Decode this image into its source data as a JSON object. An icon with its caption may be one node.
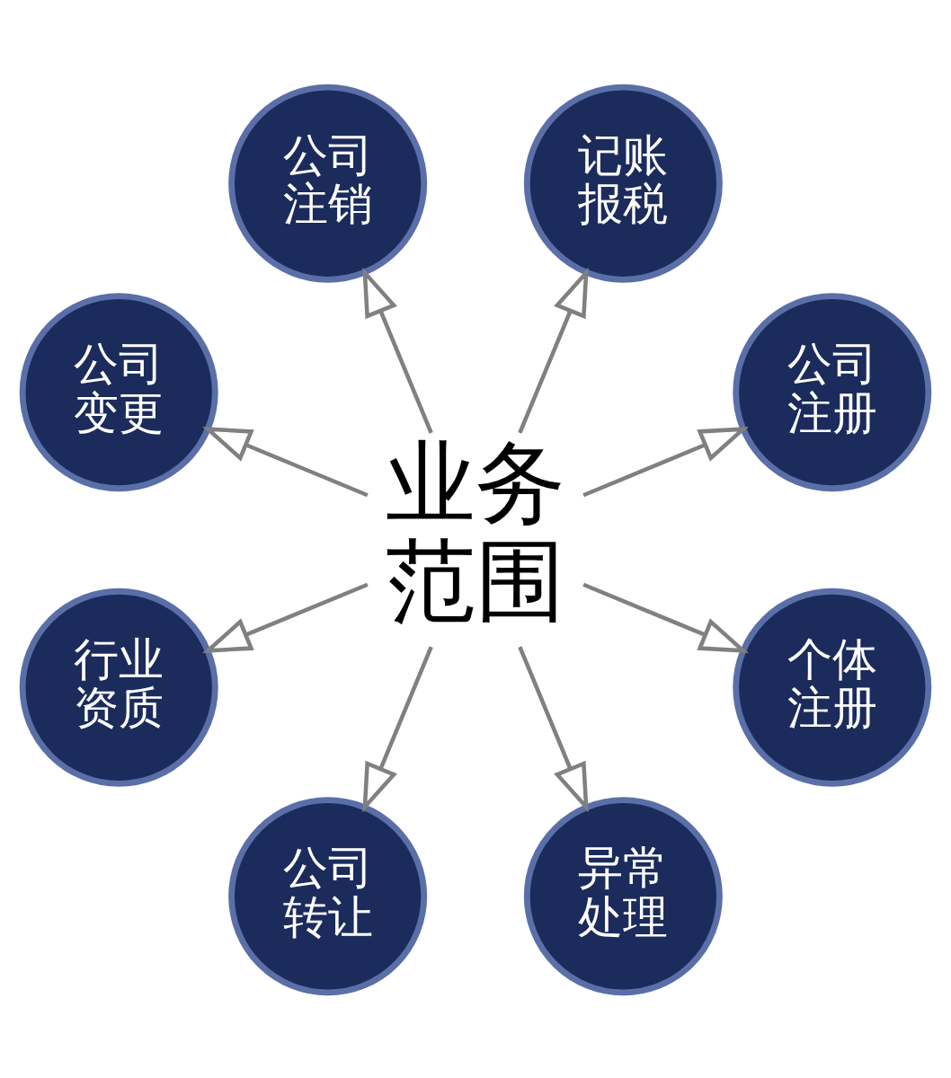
{
  "diagram": {
    "nodes": [
      {
        "text": [
          "业务范围"
        ]
      },
      {
        "text": [
          "公司注册"
        ]
      },
      {
        "text": [
          "记账报税"
        ]
      },
      {
        "text": [
          "公司注销"
        ]
      },
      {
        "text": [
          "公司变更"
        ]
      },
      {
        "text": [
          "行业资质"
        ]
      },
      {
        "text": [
          "公司转让"
        ]
      },
      {
        "text": [
          "异常处理"
        ]
      },
      {
        "text": [
          "个体注册"
        ]
      }
    ],
    "edges": [
      {
        "from": 0,
        "to": 1,
        "arrow": "to"
      },
      {
        "from": 0,
        "to": 2,
        "arrow": "to"
      },
      {
        "from": 0,
        "to": 3,
        "arrow": "to"
      },
      {
        "from": 0,
        "to": 4,
        "arrow": "to"
      },
      {
        "from": 0,
        "to": 5,
        "arrow": "to"
      },
      {
        "from": 0,
        "to": 6,
        "arrow": "to"
      },
      {
        "from": 0,
        "to": 7,
        "arrow": "to"
      },
      {
        "from": 0,
        "to": 8,
        "arrow": "to"
      }
    ]
  }
}
